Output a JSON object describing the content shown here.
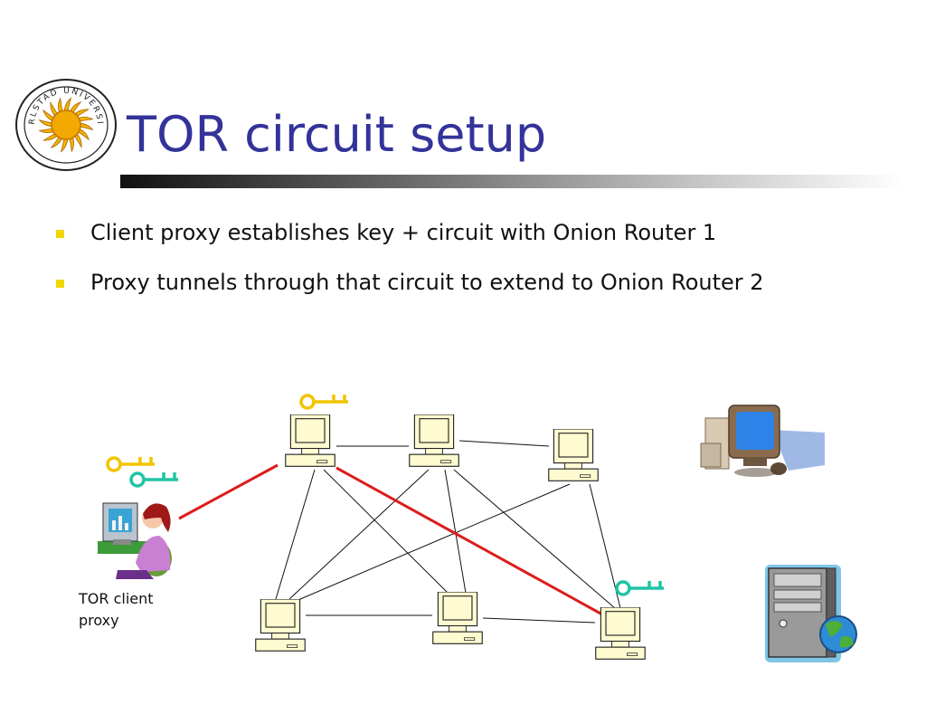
{
  "slide": {
    "title": "TOR circuit setup",
    "bullets": [
      "Client proxy establishes key + circuit with Onion Router 1",
      "Proxy tunnels through that circuit to extend to Onion Router 2"
    ]
  },
  "diagram": {
    "client_label_line1": "TOR client",
    "client_label_line2": "proxy",
    "circuit_color": "#dd1c1c",
    "key_colors": {
      "router1": "#f2c400",
      "router2": "#20c4a4"
    }
  },
  "logo": {
    "text": "KARLSTAD UNIVERSITY"
  },
  "colors": {
    "title": "#33339a",
    "bullet_marker": "#f2d600"
  }
}
